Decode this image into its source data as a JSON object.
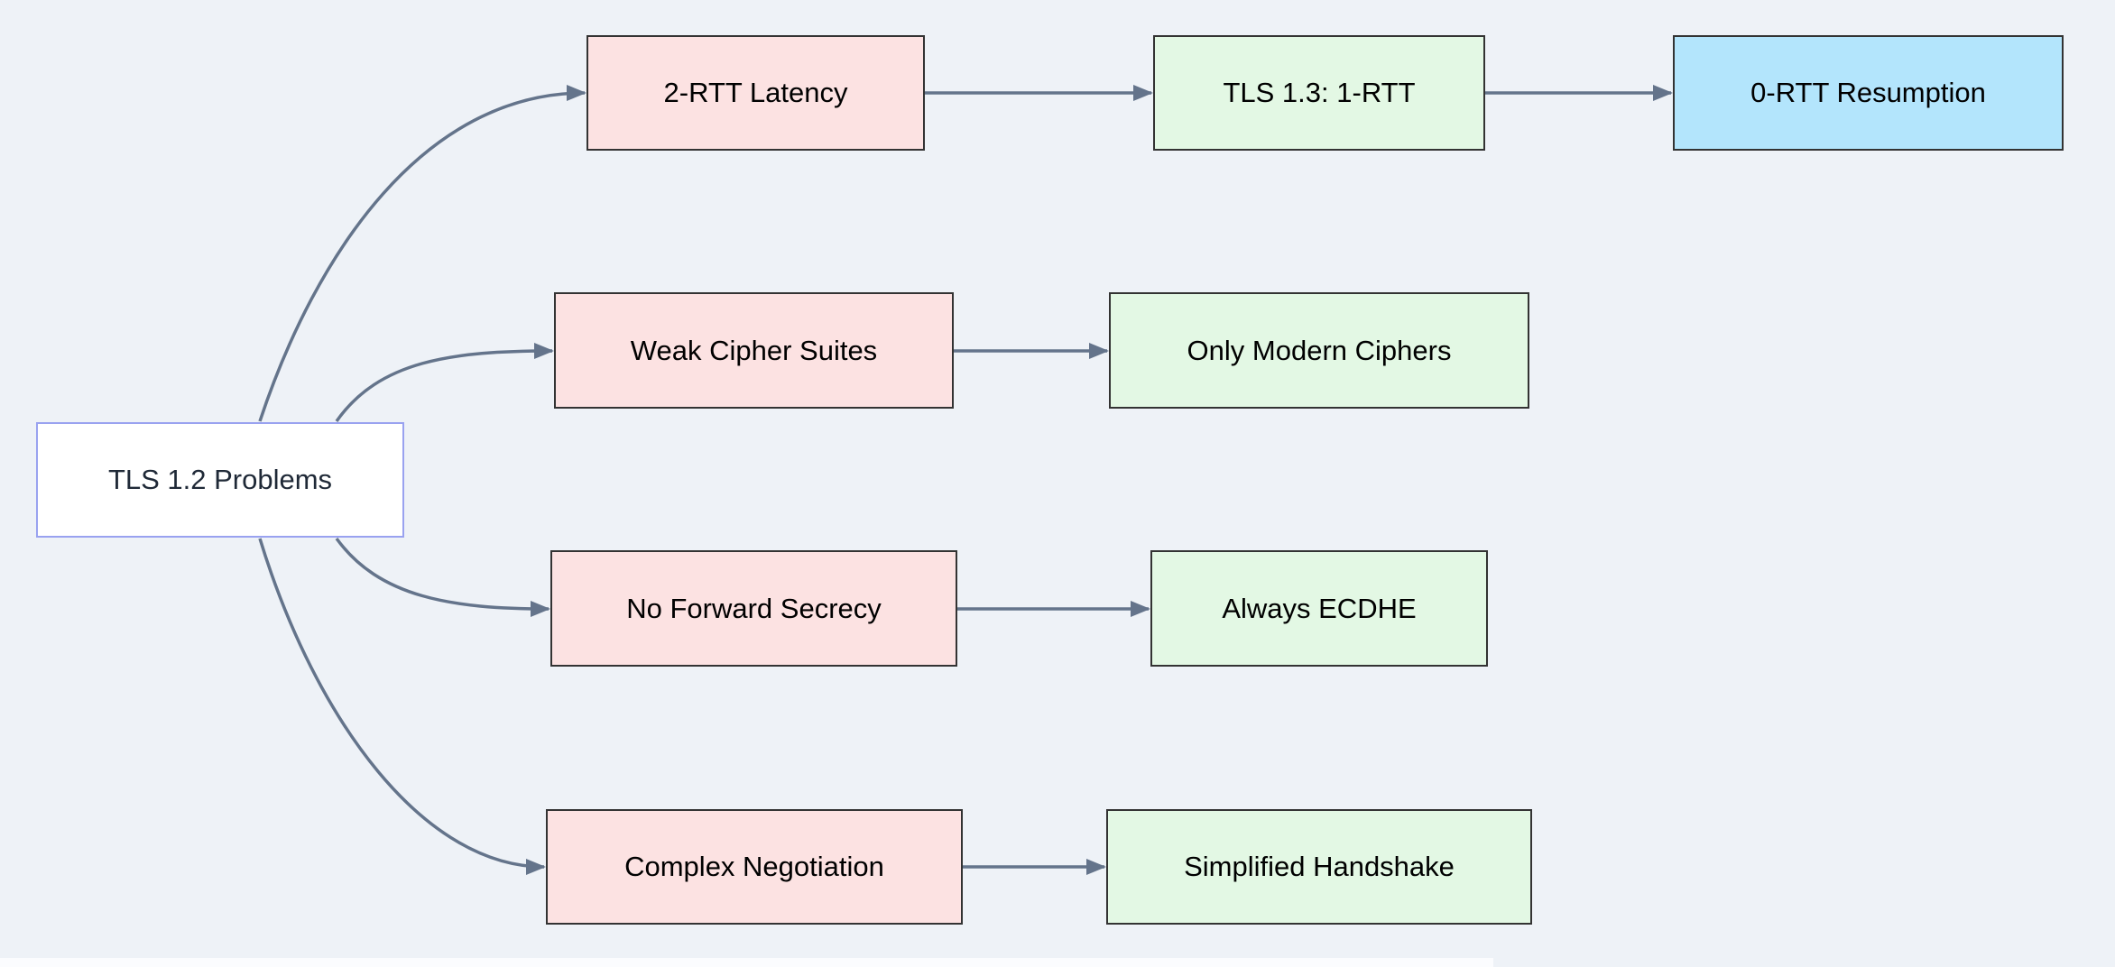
{
  "diagram": {
    "type": "flowchart-LR",
    "background": "#eef2f7",
    "nodes": {
      "root": {
        "label": "TLS 1.2 Problems",
        "kind": "root"
      },
      "latency": {
        "label": "2-RTT Latency",
        "kind": "problem"
      },
      "tls13": {
        "label": "TLS 1.3: 1-RTT",
        "kind": "solution"
      },
      "zero_rtt": {
        "label": "0-RTT Resumption",
        "kind": "highlight"
      },
      "weak_ciphers": {
        "label": "Weak Cipher Suites",
        "kind": "problem"
      },
      "modern_ciphers": {
        "label": "Only Modern Ciphers",
        "kind": "solution"
      },
      "no_fs": {
        "label": "No Forward Secrecy",
        "kind": "problem"
      },
      "ecdhe": {
        "label": "Always ECDHE",
        "kind": "solution"
      },
      "complex": {
        "label": "Complex Negotiation",
        "kind": "problem"
      },
      "handshake": {
        "label": "Simplified Handshake",
        "kind": "solution"
      }
    },
    "edges": [
      {
        "from": "root",
        "to": "latency"
      },
      {
        "from": "root",
        "to": "weak_ciphers"
      },
      {
        "from": "root",
        "to": "no_fs"
      },
      {
        "from": "root",
        "to": "complex"
      },
      {
        "from": "latency",
        "to": "tls13"
      },
      {
        "from": "tls13",
        "to": "zero_rtt"
      },
      {
        "from": "weak_ciphers",
        "to": "modern_ciphers"
      },
      {
        "from": "no_fs",
        "to": "ecdhe"
      },
      {
        "from": "complex",
        "to": "handshake"
      }
    ],
    "styles": {
      "root": {
        "fill": "#ffffff",
        "stroke": "#99a2f0",
        "text": "#1f2937"
      },
      "problem": {
        "fill": "#fce2e2",
        "stroke": "#333333",
        "text": "#000000"
      },
      "solution": {
        "fill": "#e3f8e4",
        "stroke": "#333333",
        "text": "#000000"
      },
      "highlight": {
        "fill": "#b3e5fc",
        "stroke": "#333333",
        "text": "#000000"
      },
      "edge": {
        "stroke": "#64748b"
      }
    }
  }
}
